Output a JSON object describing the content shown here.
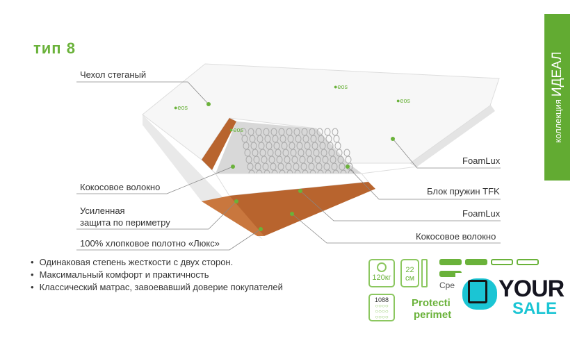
{
  "title": "тип 8",
  "collection": {
    "prefix": "коллекция",
    "name": "ИДЕАЛ"
  },
  "labels_left": [
    "Чехол стеганый",
    "Кокосовое волокно",
    "Усиленная",
    "защита по периметру",
    "100% хлопковое полотно «Люкс»"
  ],
  "labels_right": [
    "FoamLux",
    "Блок пружин TFK",
    "FoamLux",
    "Кокосовое волокно"
  ],
  "bullets": [
    "Одинаковая степень жесткости с двух сторон.",
    "Максимальный комфорт и практичность",
    "Классический матрас, завоевавший доверие покупателей"
  ],
  "specs": {
    "weight": "120кг",
    "height_value": "22",
    "height_unit": "см",
    "springs": "1088",
    "stiffness_label": "Сре",
    "stiffness_level": 2,
    "stiffness_max": 4,
    "protection_1": "Protecti",
    "protection_2": "perimet"
  },
  "brand": {
    "cover_logo": "eos",
    "overlay_1": "YOUR",
    "overlay_2": "SALE"
  },
  "colors": {
    "accent": "#6ab23a",
    "coconut": "#b8642e",
    "overlay_teal": "#1bc5d4"
  }
}
